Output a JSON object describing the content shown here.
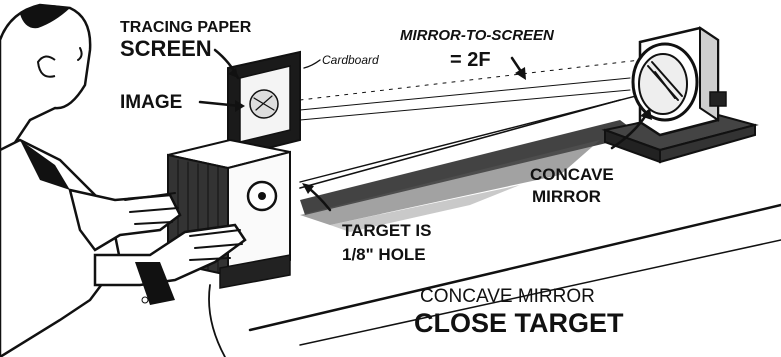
{
  "labels": {
    "tracing_paper": "TRACING PAPER",
    "screen": "SCREEN",
    "cardboard": "Cardboard",
    "image": "IMAGE",
    "mirror_to_screen": "MIRROR-TO-SCREEN",
    "two_f": "= 2F",
    "concave": "CONCAVE",
    "mirror": "MIRROR",
    "target_is": "TARGET IS",
    "hole": "1/8\" HOLE",
    "caption_line1": "CONCAVE MIRROR",
    "caption_line2": "CLOSE TARGET"
  }
}
